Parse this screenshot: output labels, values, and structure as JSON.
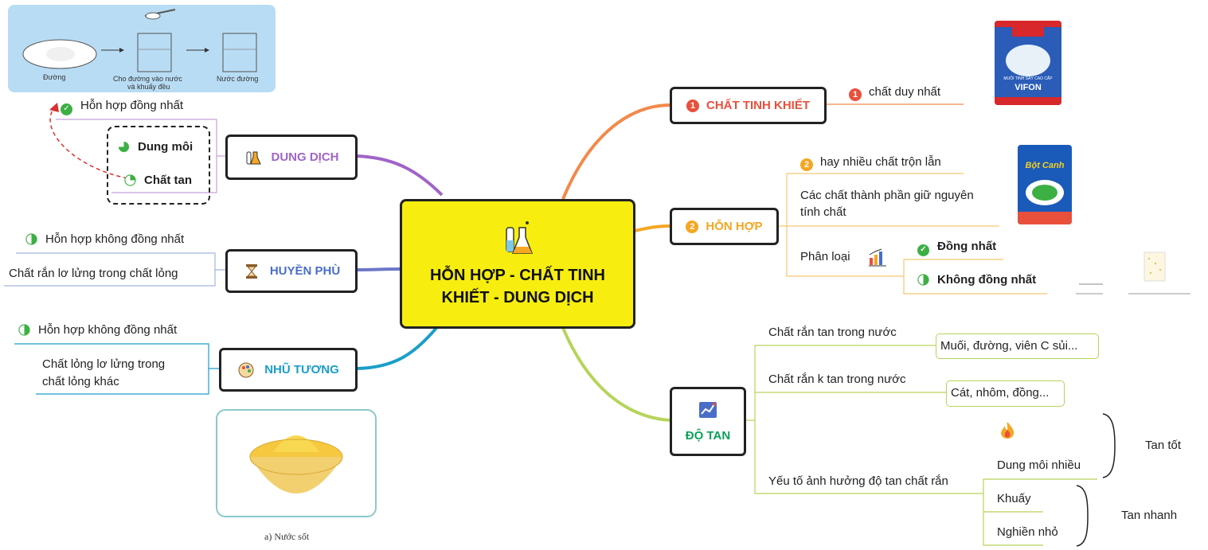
{
  "central": {
    "title_line1": "HỖN HỢP - CHẤT TINH",
    "title_line2": "KHIẾT - DUNG DỊCH"
  },
  "sugar_figure": {
    "step1": "Đường",
    "step2_line1": "Cho đường vào nước",
    "step2_line2": "và khuấy đều",
    "step3": "Nước đường"
  },
  "dung_dich": {
    "label": "DUNG DỊCH",
    "homogeneous": "Hỗn hợp đồng nhất",
    "solvent": "Dung môi",
    "solute": "Chất tan"
  },
  "huyen_phu": {
    "label": "HUYỀN PHÙ",
    "heterogeneous": "Hỗn hợp không đồng nhất",
    "desc": "Chất rắn lơ lửng trong chất lỏng"
  },
  "nhu_tuong": {
    "label": "NHŨ TƯƠNG",
    "heterogeneous": "Hỗn hợp không đồng nhất",
    "desc_line1": "Chất lỏng lơ lửng trong",
    "desc_line2": "chất lỏng khác",
    "image_caption": "a) Nước sốt"
  },
  "chat_tinh_khiet": {
    "number": "1",
    "label": "CHẤT TINH KHIẾT",
    "desc_number": "1",
    "desc": "chất duy nhất",
    "product_brand": "VIFON",
    "product_text": "MUỐI TINH SẤY CAO CẤP"
  },
  "hon_hop": {
    "number": "2",
    "label": "HỖN HỢP",
    "desc_number": "2",
    "desc": "hay nhiều chất trộn lẫn",
    "keep_props_line1": "Các chất thành phần giữ nguyên",
    "keep_props_line2": "tính chất",
    "classify": "Phân loại",
    "homogeneous": "Đồng nhất",
    "heterogeneous": "Không đồng nhất",
    "product_brand": "Bột Canh"
  },
  "do_tan": {
    "label": "ĐỘ TAN",
    "soluble": "Chất rắn tan trong nước",
    "soluble_examples": "Muối, đường, viên C sủi...",
    "insoluble": "Chất rắn k tan trong nước",
    "insoluble_examples": "Cát, nhôm, đồng...",
    "factors": "Yếu tố ảnh hưởng độ tan chất rắn",
    "much_solvent": "Dung môi nhiều",
    "stir": "Khuấy",
    "grind": "Nghiền nhỏ",
    "dissolve_well": "Tan tốt",
    "dissolve_fast": "Tan nhanh"
  },
  "colors": {
    "central_bg": "#f7ee10",
    "dung_dich": "#a064c8",
    "huyen_phu": "#4a6ec8",
    "nhu_tuong": "#1a9ec8",
    "chat_tinh_khiet": "#e8503c",
    "hon_hop": "#f5a623",
    "do_tan": "#0aa05a",
    "do_tan_branch": "#b6d45a"
  }
}
